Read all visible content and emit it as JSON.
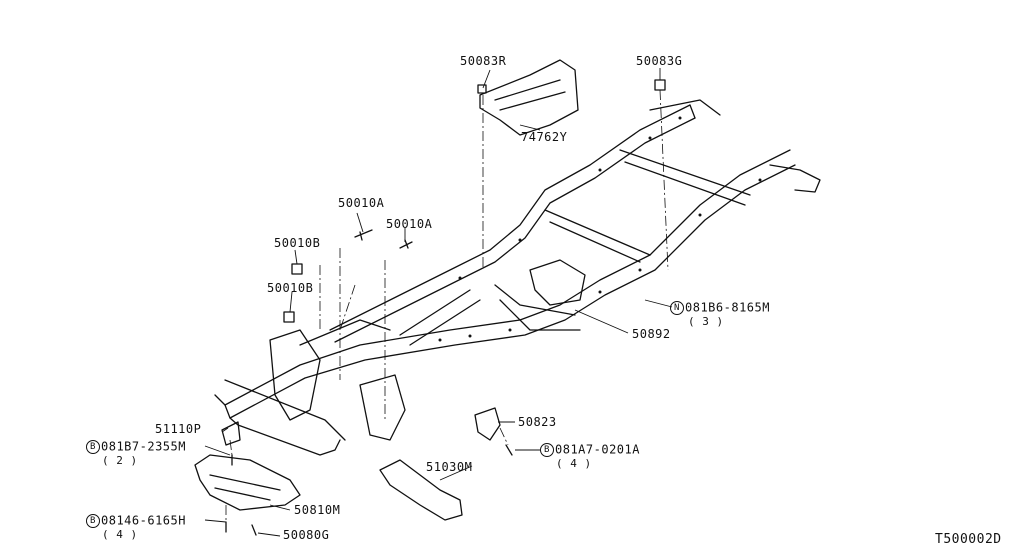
{
  "diagram_id": "T500002D",
  "parts": {
    "p50083R": "50083R",
    "p50083G": "50083G",
    "p74762Y": "74762Y",
    "p50010A_1": "50010A",
    "p50010A_2": "50010A",
    "p50010B_1": "50010B",
    "p50010B_2": "50010B",
    "p50892": "50892",
    "p50823": "50823",
    "p51110P": "51110P",
    "p51030M": "51030M",
    "p50810M": "50810M",
    "p50080G": "50080G"
  },
  "fasteners": [
    {
      "prefix": "N",
      "number": "081B6-8165M",
      "qty": "( 3 )"
    },
    {
      "prefix": "B",
      "number": "081B7-2355M",
      "qty": "( 2 )"
    },
    {
      "prefix": "B",
      "number": "081A7-0201A",
      "qty": "( 4 )"
    },
    {
      "prefix": "B",
      "number": "08146-6165H",
      "qty": "( 4 )"
    }
  ]
}
